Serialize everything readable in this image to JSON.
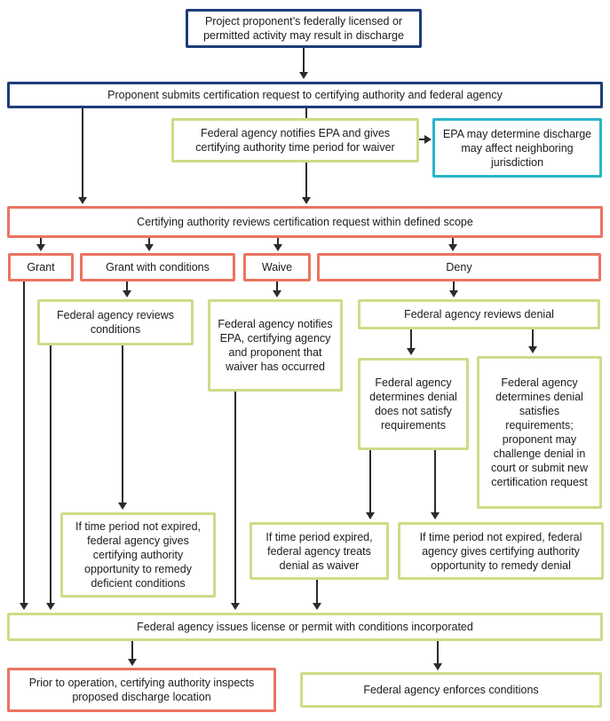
{
  "diagram": {
    "type": "flowchart",
    "colors": {
      "navy_border": "#1e3c78",
      "green_border": "#cbdd88",
      "red_border": "#ec7460",
      "teal_border": "#28b5c8",
      "arrow": "#2b2b2b",
      "text": "#1b1b1b",
      "background": "#ffffff"
    },
    "nodes": {
      "activity": {
        "label": "Project proponent’s federally licensed or permitted activity may result in discharge"
      },
      "submit": {
        "label": "Proponent submits certification request to certifying authority and federal agency"
      },
      "notify_epa": {
        "label": "Federal agency notifies EPA and gives certifying authority time period for waiver"
      },
      "epa_neighbor": {
        "label": "EPA may determine discharge may affect neighboring jurisdiction"
      },
      "review_scope": {
        "label": "Certifying authority reviews certification request within defined scope"
      },
      "grant": {
        "label": "Grant"
      },
      "grant_conditions": {
        "label": "Grant with conditions"
      },
      "waive": {
        "label": "Waive"
      },
      "deny": {
        "label": "Deny"
      },
      "review_conditions": {
        "label": "Federal agency reviews conditions"
      },
      "notify_waiver": {
        "label": "Federal agency notifies EPA, certifying agency and proponent that waiver has occurred"
      },
      "review_denial": {
        "label": "Federal agency reviews denial"
      },
      "denial_not_satisfy": {
        "label": "Federal agency determines denial does not satisfy requirements"
      },
      "denial_satisfies": {
        "label": "Federal agency determines denial satisfies requirements; proponent may challenge denial in court or submit new certification request"
      },
      "remedy_deficient": {
        "label": "If time period not expired, federal agency gives certifying authority opportunity to remedy deficient conditions"
      },
      "expired_waiver": {
        "label": "If time period expired, federal agency treats denial as waiver"
      },
      "remedy_denial": {
        "label": "If time period not expired, federal agency gives certifying authority opportunity to remedy denial"
      },
      "issue_license": {
        "label": "Federal agency issues license or permit with conditions incorporated"
      },
      "inspect": {
        "label": "Prior to operation, certifying authority inspects proposed discharge location"
      },
      "enforce": {
        "label": "Federal agency enforces conditions"
      }
    }
  }
}
